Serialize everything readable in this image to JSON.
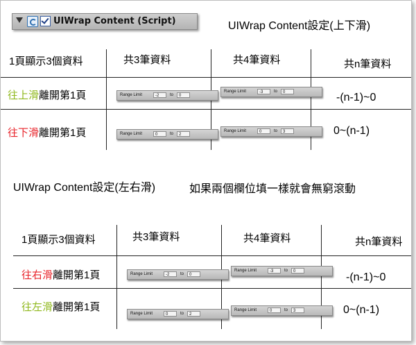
{
  "script_header": {
    "title": "UIWrap Content (Script)"
  },
  "section_vertical": {
    "title": "UIWrap Content設定(上下滑)",
    "header": {
      "label": "1頁顯示3個資料",
      "col3": "共3筆資料",
      "col4": "共4筆資料",
      "coln": "共n筆資料"
    },
    "rows": [
      {
        "prefix": "往上滑",
        "suffix": "離開第1頁",
        "prefix_color": "#8fb81c",
        "rl3": {
          "label": "Range Limit",
          "min": "-2",
          "to": "to",
          "max": "0"
        },
        "rl4": {
          "label": "Range Limit",
          "min": "-3",
          "to": "to",
          "max": "0"
        },
        "formula": "-(n-1)~0"
      },
      {
        "prefix": "往下滑",
        "suffix": "離開第1頁",
        "prefix_color": "#e8232a",
        "rl3": {
          "label": "Range Limit",
          "min": "0",
          "to": "to",
          "max": "2"
        },
        "rl4": {
          "label": "Range Limit",
          "min": "0",
          "to": "to",
          "max": "3"
        },
        "formula": "0~(n-1)"
      }
    ]
  },
  "section_horizontal": {
    "title": "UIWrap Content設定(左右滑)",
    "note": "如果兩個欄位填一樣就會無窮滾動",
    "header": {
      "label": "1頁顯示3個資料",
      "col3": "共3筆資料",
      "col4": "共4筆資料",
      "coln": "共n筆資料"
    },
    "rows": [
      {
        "prefix": "往右滑",
        "suffix": "離開第1頁",
        "prefix_color": "#e8232a",
        "rl3": {
          "label": "Range Limit",
          "min": "-2",
          "to": "to",
          "max": "0"
        },
        "rl4": {
          "label": "Range Limit",
          "min": "-3",
          "to": "to",
          "max": "0"
        },
        "formula": "-(n-1)~0"
      },
      {
        "prefix": "往左滑",
        "suffix": "離開第1頁",
        "prefix_color": "#8fb81c",
        "rl3": {
          "label": "Range Limit",
          "min": "0",
          "to": "to",
          "max": "2"
        },
        "rl4": {
          "label": "Range Limit",
          "min": "0",
          "to": "to",
          "max": "3"
        },
        "formula": "0~(n-1)"
      }
    ]
  }
}
